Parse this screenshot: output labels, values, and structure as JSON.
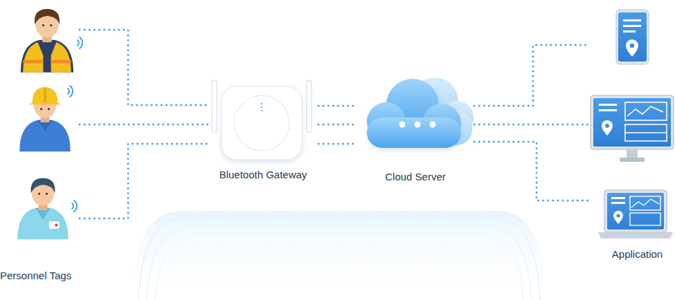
{
  "diagram": {
    "nodes": [
      {
        "text": [
          "Personnel Tags"
        ]
      },
      {
        "text": [
          "Bluetooth Gateway"
        ]
      },
      {
        "text": [
          "Cloud Server"
        ]
      },
      {
        "text": [
          "Application"
        ]
      }
    ],
    "edges": [
      {
        "from": 0,
        "to": 1,
        "arrow": "none"
      },
      {
        "from": 0,
        "to": 1,
        "arrow": "none"
      },
      {
        "from": 0,
        "to": 1,
        "arrow": "none"
      },
      {
        "from": 1,
        "to": 2,
        "arrow": "none"
      },
      {
        "from": 1,
        "to": 2,
        "arrow": "none"
      },
      {
        "from": 1,
        "to": 2,
        "arrow": "none"
      },
      {
        "from": 2,
        "to": 3,
        "arrow": "none"
      },
      {
        "from": 2,
        "to": 3,
        "arrow": "none"
      },
      {
        "from": 2,
        "to": 3,
        "arrow": "none"
      }
    ]
  }
}
